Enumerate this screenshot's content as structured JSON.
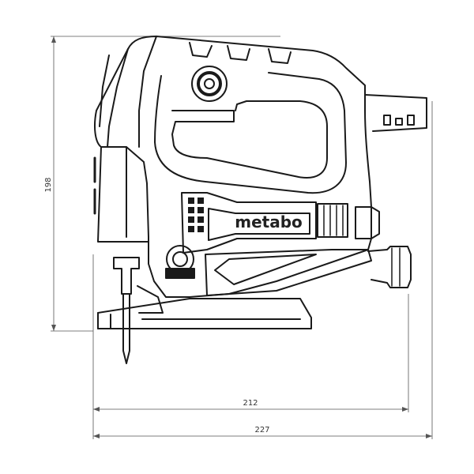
{
  "brand": {
    "logo_text": "metabo"
  },
  "dimensions": {
    "height": {
      "value": "198"
    },
    "length_body": {
      "value": "212"
    },
    "length_total": {
      "value": "227"
    }
  },
  "colors": {
    "line": "#1a1a1a",
    "dim_line": "#555555",
    "background": "#ffffff"
  }
}
